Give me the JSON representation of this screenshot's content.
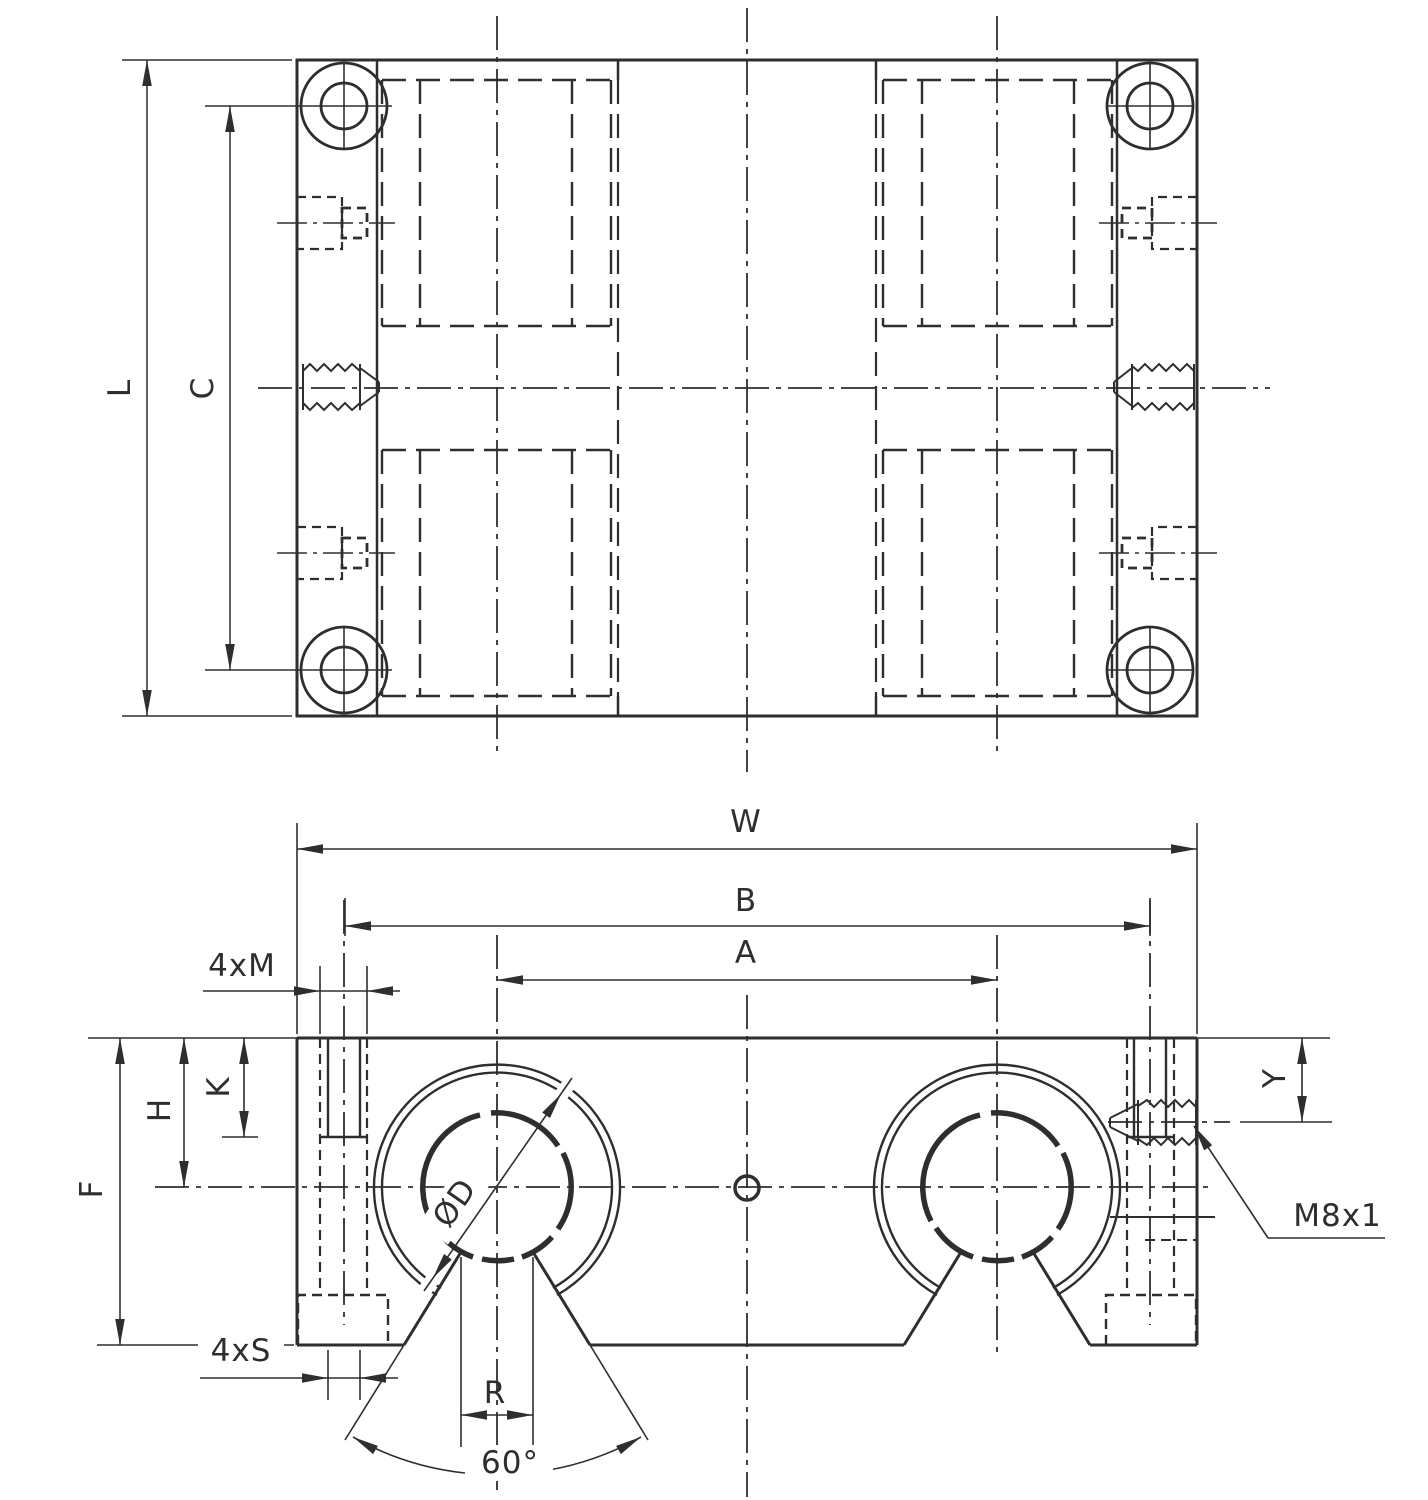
{
  "labels": {
    "L": "L",
    "C": "C",
    "W": "W",
    "B": "B",
    "A": "A",
    "M4": "4xM",
    "S4": "4xS",
    "K": "K",
    "H": "H",
    "F": "F",
    "Y": "Y",
    "R": "R",
    "angle60": "60°",
    "diaD": "ØD",
    "thread": "M8x1"
  },
  "colors": {
    "line": "#2e2e2e",
    "background": "#ffffff"
  }
}
